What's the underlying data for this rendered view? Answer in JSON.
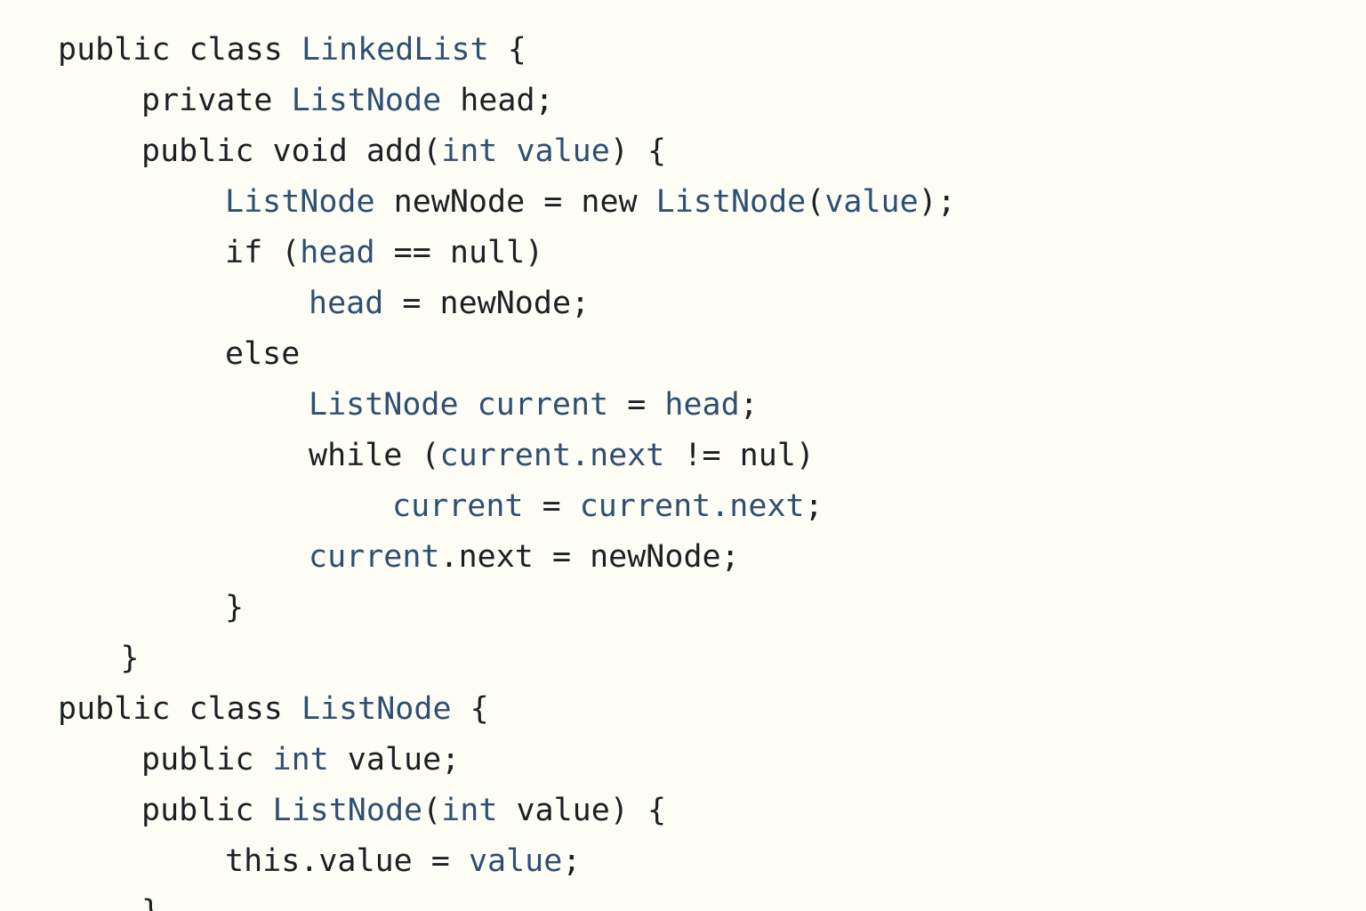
{
  "editor": {
    "language": "Java",
    "colors": {
      "background": "#fdfdf5",
      "keyword": "#1c1f24",
      "identifier": "#1c1f24",
      "highlight": "#2f4f72"
    },
    "lines": [
      {
        "indent": 0,
        "tokens": [
          {
            "t": "public class ",
            "c": "kw"
          },
          {
            "t": "LinkedList",
            "c": "hl"
          },
          {
            "t": " {",
            "c": "plain"
          }
        ]
      },
      {
        "indent": 1,
        "tokens": [
          {
            "t": "private ",
            "c": "kw"
          },
          {
            "t": "ListNode",
            "c": "hl"
          },
          {
            "t": " head;",
            "c": "plain"
          }
        ]
      },
      {
        "indent": 1,
        "tokens": [
          {
            "t": "public void add(",
            "c": "kw"
          },
          {
            "t": "int value",
            "c": "hl"
          },
          {
            "t": ") {",
            "c": "plain"
          }
        ]
      },
      {
        "indent": 2,
        "tokens": [
          {
            "t": "ListNode",
            "c": "hl"
          },
          {
            "t": " newNode = new ",
            "c": "plain"
          },
          {
            "t": "ListNode",
            "c": "hl"
          },
          {
            "t": "(",
            "c": "plain"
          },
          {
            "t": "value",
            "c": "hl"
          },
          {
            "t": ");",
            "c": "plain"
          }
        ]
      },
      {
        "indent": 2,
        "tokens": [
          {
            "t": "if (",
            "c": "kw"
          },
          {
            "t": "head",
            "c": "hl"
          },
          {
            "t": " == null)",
            "c": "plain"
          }
        ]
      },
      {
        "indent": 3,
        "tokens": [
          {
            "t": "head",
            "c": "hl"
          },
          {
            "t": " = newNode;",
            "c": "plain"
          }
        ]
      },
      {
        "indent": 2,
        "tokens": [
          {
            "t": "else",
            "c": "kw"
          }
        ]
      },
      {
        "indent": 3,
        "tokens": [
          {
            "t": "ListNode current",
            "c": "hl"
          },
          {
            "t": " = ",
            "c": "plain"
          },
          {
            "t": "head",
            "c": "hl"
          },
          {
            "t": ";",
            "c": "plain"
          }
        ]
      },
      {
        "indent": 3,
        "tokens": [
          {
            "t": "while (",
            "c": "kw"
          },
          {
            "t": "current.next",
            "c": "hl"
          },
          {
            "t": " != nul)",
            "c": "plain"
          }
        ]
      },
      {
        "indent": 4,
        "tokens": [
          {
            "t": "current",
            "c": "hl"
          },
          {
            "t": " = ",
            "c": "plain"
          },
          {
            "t": "current.next",
            "c": "hl"
          },
          {
            "t": ";",
            "c": "plain"
          }
        ]
      },
      {
        "indent": 3,
        "tokens": [
          {
            "t": "current",
            "c": "hl"
          },
          {
            "t": ".next = newNode;",
            "c": "plain"
          }
        ]
      },
      {
        "indent": 2,
        "tokens": [
          {
            "t": "}",
            "c": "plain"
          }
        ]
      },
      {
        "indent": 0.75,
        "tokens": [
          {
            "t": "}",
            "c": "plain"
          }
        ]
      },
      {
        "indent": 0,
        "tokens": [
          {
            "t": "public class ",
            "c": "kw"
          },
          {
            "t": "ListNode",
            "c": "hl"
          },
          {
            "t": " {",
            "c": "plain"
          }
        ]
      },
      {
        "indent": 1,
        "tokens": [
          {
            "t": "public ",
            "c": "kw"
          },
          {
            "t": "int",
            "c": "hl"
          },
          {
            "t": " value;",
            "c": "plain"
          }
        ]
      },
      {
        "indent": 1,
        "tokens": [
          {
            "t": "public ",
            "c": "kw"
          },
          {
            "t": "ListNode",
            "c": "hl"
          },
          {
            "t": "(",
            "c": "plain"
          },
          {
            "t": "int",
            "c": "hl"
          },
          {
            "t": " value) {",
            "c": "plain"
          }
        ]
      },
      {
        "indent": 2,
        "tokens": [
          {
            "t": "this.value = ",
            "c": "kw"
          },
          {
            "t": "value",
            "c": "hl"
          },
          {
            "t": ";",
            "c": "plain"
          }
        ]
      },
      {
        "indent": 1,
        "tokens": [
          {
            "t": "}",
            "c": "plain"
          }
        ]
      }
    ]
  }
}
